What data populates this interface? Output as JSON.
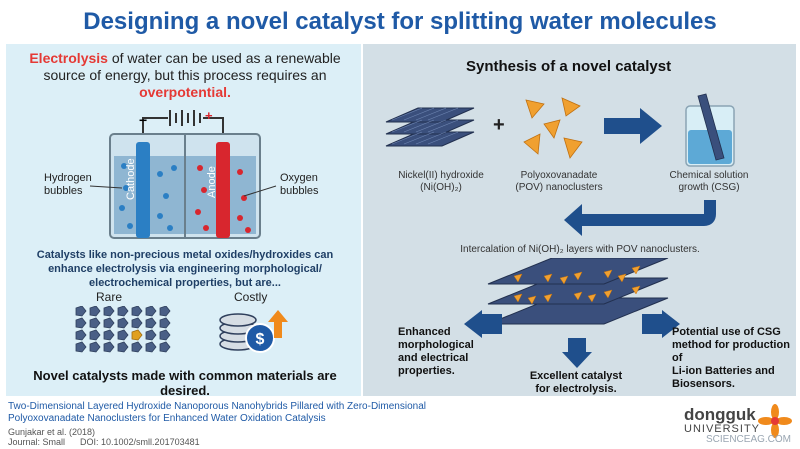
{
  "title": "Designing a novel catalyst for splitting water molecules",
  "left": {
    "intro_word": "Electrolysis",
    "intro_mid": " of water can be used as a renewable source of energy, but this process requires an ",
    "intro_end": "overpotential.",
    "hydrogen_label_1": "Hydrogen",
    "hydrogen_label_2": "bubbles",
    "oxygen_label_1": "Oxygen",
    "oxygen_label_2": "bubbles",
    "cathode": "Cathode",
    "anode": "Anode",
    "minus": "−",
    "plus": "+",
    "catalyst_text": "Catalysts like non-precious metal oxides/hydroxides can enhance electrolysis via engineering morphological/ electrochemical properties, but are...",
    "rare": "Rare",
    "costly": "Costly",
    "desired": "Novel catalysts made with common materials are desired."
  },
  "right": {
    "synthesis_title": "Synthesis of a novel catalyst",
    "plus_sign": "+",
    "nickel_1": "Nickel(II) hydroxide",
    "nickel_2": "(Ni(OH)₂)",
    "pov_1": "Polyoxovanadate",
    "pov_2": "(POV) nanoclusters",
    "chem_1": "Chemical solution",
    "chem_2": "growth (CSG)",
    "intercalation": "Intercalation of Ni(OH)₂ layers with POV nanoclusters.",
    "enhanced_1": "Enhanced",
    "enhanced_2": "morphological",
    "enhanced_3": "and electrical",
    "enhanced_4": "properties.",
    "excellent_1": "Excellent catalyst",
    "excellent_2": "for electrolysis.",
    "potential_1": "Potential use of CSG",
    "potential_2": "method for production of",
    "potential_3": "Li-ion Batteries and",
    "potential_4": "Biosensors."
  },
  "footer": {
    "paper_title_1": "Two-Dimensional Layered Hydroxide Nanoporous Nanohybrids Pillared with Zero-Dimensional",
    "paper_title_2": "Polyoxovanadate Nanoclusters for Enhanced Water Oxidation Catalysis",
    "authors": "Gunjakar et al. (2018)",
    "journal": "Journal: Small      DOI: 10.1002/smll.201703481",
    "logo_1": "dongguk",
    "logo_2": "UNIVERSITY",
    "watermark": "SCIENCEAG.COM"
  },
  "colors": {
    "title_blue": "#1f5aa6",
    "electrolysis_red": "#e53935",
    "arrow_blue": "#1f4f8c",
    "left_bg": "#dceff7",
    "right_bg": "#d3dfe6"
  }
}
